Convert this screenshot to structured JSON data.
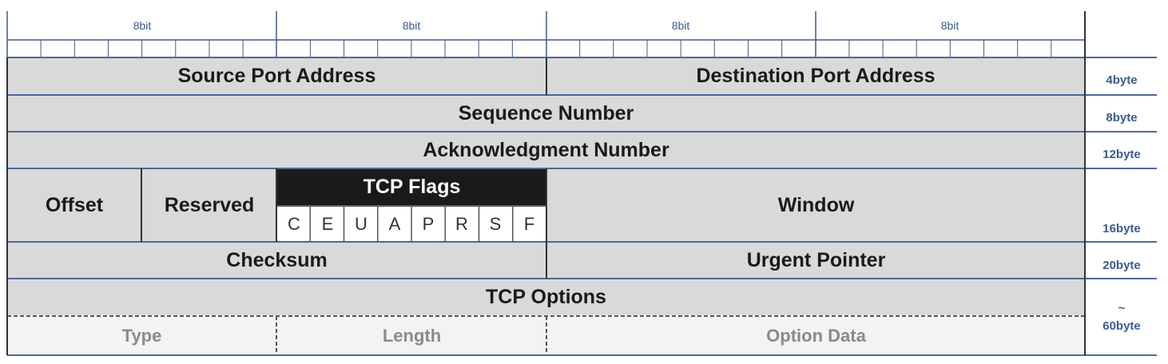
{
  "ruler": {
    "labels": [
      "8bit",
      "8bit",
      "8bit",
      "8bit"
    ]
  },
  "rows": {
    "row1": {
      "left": "Source Port Address",
      "right": "Destination Port Address",
      "bytes": "4byte"
    },
    "row2": {
      "label": "Sequence Number",
      "bytes": "8byte"
    },
    "row3": {
      "label": "Acknowledgment Number",
      "bytes": "12byte"
    },
    "row4": {
      "offset": "Offset",
      "reserved": "Reserved",
      "flags_title": "TCP Flags",
      "flags": [
        "C",
        "E",
        "U",
        "A",
        "P",
        "R",
        "S",
        "F"
      ],
      "window": "Window",
      "bytes": "16byte"
    },
    "row5": {
      "left": "Checksum",
      "right": "Urgent Pointer",
      "bytes": "20byte"
    },
    "row6": {
      "label": "TCP Options",
      "bytes_tilde": "~",
      "bytes": "60byte"
    },
    "row7": {
      "type": "Type",
      "length": "Length",
      "option_data": "Option Data"
    }
  },
  "colors": {
    "cell_fill": "#d9d9d9",
    "flags_header": "#1a1a1a",
    "options_sub_fill": "#f3f3f3",
    "accent_lines": "#4a6a9a"
  }
}
